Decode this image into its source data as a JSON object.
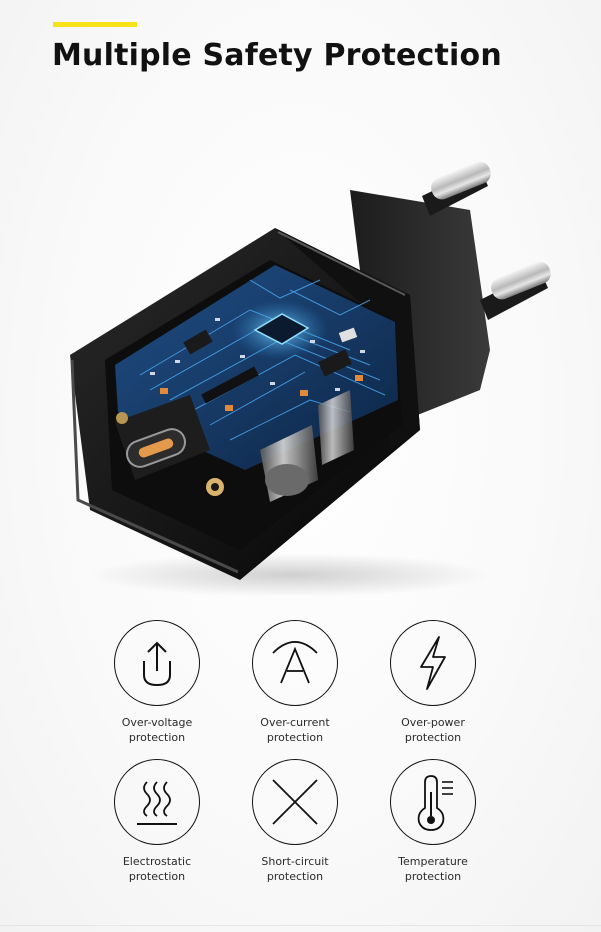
{
  "header": {
    "accent_color": "#f7e21a",
    "title": "Multiple Safety Protection"
  },
  "product_image": {
    "subject": "Black EU wall charger with transparent cutaway showing circuit board and USB-C port"
  },
  "features": [
    {
      "icon": "upload-arrow-icon",
      "line1": "Over-voltage",
      "line2": "protection"
    },
    {
      "icon": "letter-a-icon",
      "line1": "Over-current",
      "line2": "protection"
    },
    {
      "icon": "lightning-bolt-icon",
      "line1": "Over-power",
      "line2": "protection"
    },
    {
      "icon": "heat-waves-icon",
      "line1": "Electrostatic",
      "line2": "protection"
    },
    {
      "icon": "x-mark-icon",
      "line1": "Short-circuit",
      "line2": "protection"
    },
    {
      "icon": "thermometer-icon",
      "line1": "Temperature",
      "line2": "protection"
    }
  ]
}
